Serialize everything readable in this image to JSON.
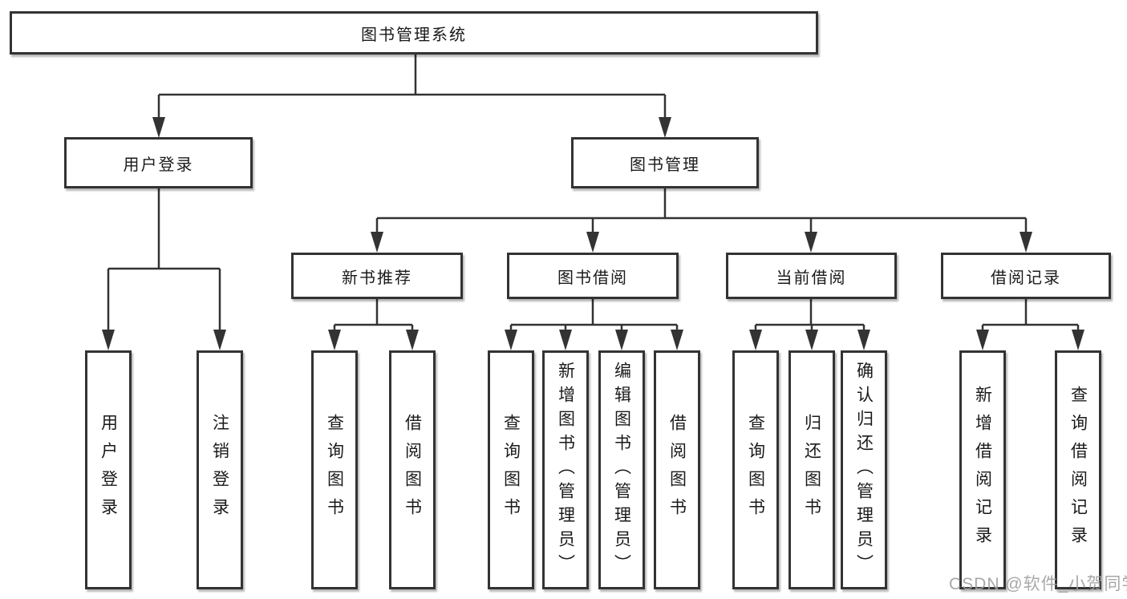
{
  "diagram_title": "图书管理系统",
  "nodes": {
    "root": {
      "label": "图书管理系统"
    },
    "level2": [
      {
        "label": "用户登录"
      },
      {
        "label": "图书管理"
      }
    ],
    "level3": [
      {
        "label": "新书推荐",
        "parent": "图书管理"
      },
      {
        "label": "图书借阅",
        "parent": "图书管理"
      },
      {
        "label": "当前借阅",
        "parent": "图书管理"
      },
      {
        "label": "借阅记录",
        "parent": "图书管理"
      }
    ],
    "leaves": [
      {
        "label": "用户登录",
        "parent": "用户登录"
      },
      {
        "label": "注销登录",
        "parent": "用户登录"
      },
      {
        "label": "查询图书",
        "parent": "新书推荐"
      },
      {
        "label": "借阅图书",
        "parent": "新书推荐"
      },
      {
        "label": "查询图书",
        "parent": "图书借阅"
      },
      {
        "label": "新增图书（管理员）",
        "parent": "图书借阅"
      },
      {
        "label": "编辑图书（管理员）",
        "parent": "图书借阅"
      },
      {
        "label": "借阅图书",
        "parent": "图书借阅"
      },
      {
        "label": "查询图书",
        "parent": "当前借阅"
      },
      {
        "label": "归还图书",
        "parent": "当前借阅"
      },
      {
        "label": "确认归还（管理员）",
        "parent": "当前借阅"
      },
      {
        "label": "新增借阅记录",
        "parent": "借阅记录"
      },
      {
        "label": "查询借阅记录",
        "parent": "借阅记录"
      }
    ]
  },
  "watermark": "CSDN @软件_小贺同学",
  "colors": {
    "line": "#333333",
    "border": "#333333",
    "text": "#1a1a1a",
    "watermark": "#9e9e9e",
    "background": "#ffffff"
  }
}
